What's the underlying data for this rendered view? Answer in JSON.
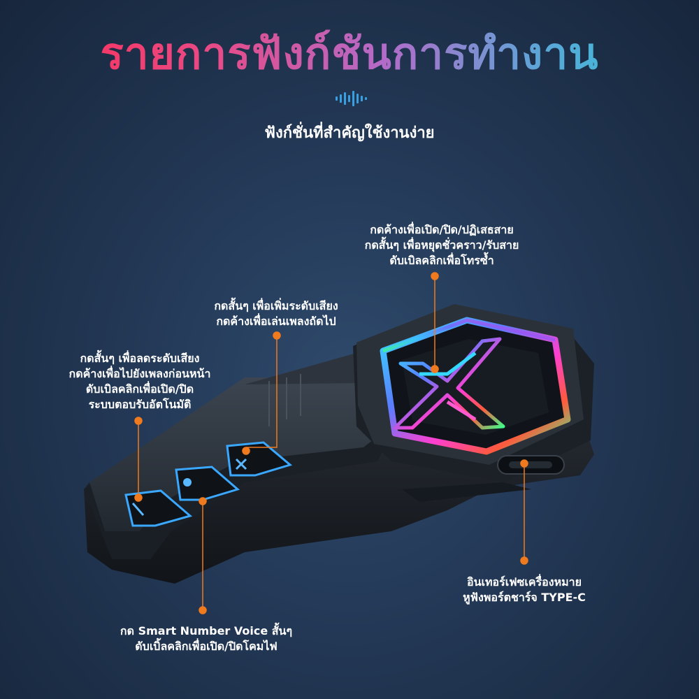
{
  "header": {
    "title": "รายการฟังก์ชันการทำงาน",
    "subtitle": "ฟังก์ชั่นที่สำคัญใช้งานง่าย",
    "wave_icon": "sound-wave-icon"
  },
  "callouts": {
    "main_button": [
      "กดค้างเพื่อเปิด/ปิด/ปฏิเสธสาย",
      "กดสั้นๆ เพื่อหยุดชั่วคราว/รับสาย",
      "ดับเบิลคลิกเพื่อโทรซ้ำ"
    ],
    "volume_up": [
      "กดสั้นๆ เพื่อเพิ่มระดับเสียง",
      "กดค้างเพื่อเล่นเพลงถัดไป"
    ],
    "volume_down": [
      "กดสั้นๆ เพื่อลดระดับเสียง",
      "กดค้างเพื่อไปยังเพลงก่อนหน้า",
      "ดับเบิลคลิกเพื่อเปิด/ปิด",
      "ระบบตอบรับอัตโนมัติ"
    ],
    "type_c": [
      "อินเทอร์เฟซเครื่องหมาย",
      "หูฟังพอร์ตชาร์จ TYPE-C"
    ],
    "voice_button": [
      "กด Smart Number Voice สั้นๆ",
      "ดับเบิ้ลคลิกเพื่อเปิด/ปิดโคมไฟ"
    ]
  },
  "colors": {
    "accent_orange": "#f07a1e",
    "button_glow": "#3aa8ff",
    "title_gradient": [
      "#ff2a4d",
      "#b36bc8",
      "#2ec8d8"
    ]
  }
}
